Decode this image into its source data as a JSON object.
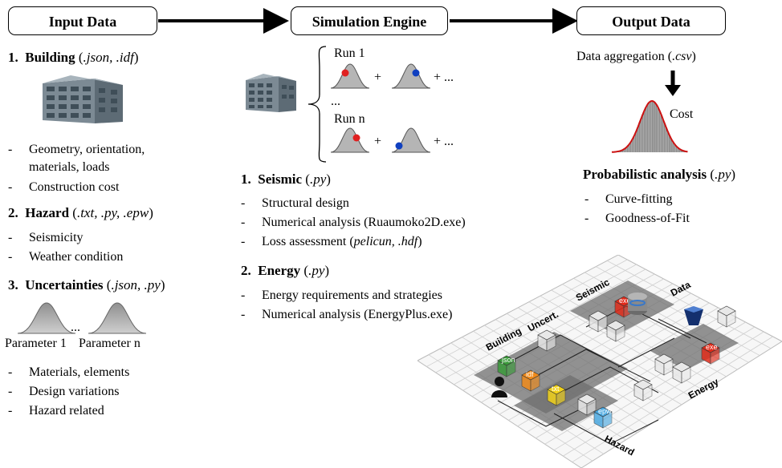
{
  "headers": {
    "input": "Input Data",
    "engine": "Simulation Engine",
    "output": "Output Data"
  },
  "input": {
    "building": {
      "num": "1.",
      "title": "Building",
      "ext": ".json, .idf",
      "items": [
        "Geometry, orientation,",
        "materials, loads",
        "Construction cost"
      ]
    },
    "hazard": {
      "num": "2.",
      "title": "Hazard",
      "ext": ".txt, .py, .epw",
      "items": [
        "Seismicity",
        "Weather condition"
      ]
    },
    "uncert": {
      "num": "3.",
      "title": "Uncertainties",
      "ext": ".json, .py",
      "items": [
        "Materials, elements",
        "Design variations",
        "Hazard related"
      ]
    },
    "param1": "Parameter 1",
    "paramn": "Parameter n",
    "dots": "..."
  },
  "engine": {
    "run1": "Run 1",
    "runn": "Run n",
    "plus": "+",
    "plusdots": "+ ...",
    "ellipsis": "...",
    "seismic": {
      "num": "1.",
      "title": "Seismic",
      "ext": ".py",
      "items": [
        "Structural design",
        "Numerical analysis (Ruaumoko2D.exe)",
        "Loss assessment"
      ],
      "loss_ext": "pelicun, .hdf"
    },
    "energy": {
      "num": "2.",
      "title": "Energy",
      "ext": ".py",
      "items": [
        "Energy requirements and strategies",
        "Numerical analysis (EnergyPlus.exe)"
      ]
    }
  },
  "output": {
    "aggregation": "Data aggregation",
    "agg_ext": ".csv",
    "cost": "Cost",
    "prob": "Probabilistic analysis",
    "prob_ext": ".py",
    "items": [
      "Curve-fitting",
      "Goodness-of-Fit"
    ]
  },
  "iso": {
    "labels": {
      "building": "Building",
      "uncert": "Uncert.",
      "seismic": "Seismic",
      "data": "Data",
      "energy": "Energy",
      "hazard": "Hazard"
    },
    "tags": {
      "json": "json",
      "idf": "idf",
      "txt": "txt",
      "epw": "epw",
      "exe1": "exe",
      "exe2": "exe"
    }
  },
  "colors": {
    "red": "#e02020",
    "blue": "#1040c0",
    "curve": "#cc1111",
    "green": "#3a9a3a",
    "orange": "#f08a1a",
    "yellow": "#f2d21a",
    "cyan": "#4aa8e0",
    "exe": "#e02b1a",
    "navy": "#14306e"
  }
}
